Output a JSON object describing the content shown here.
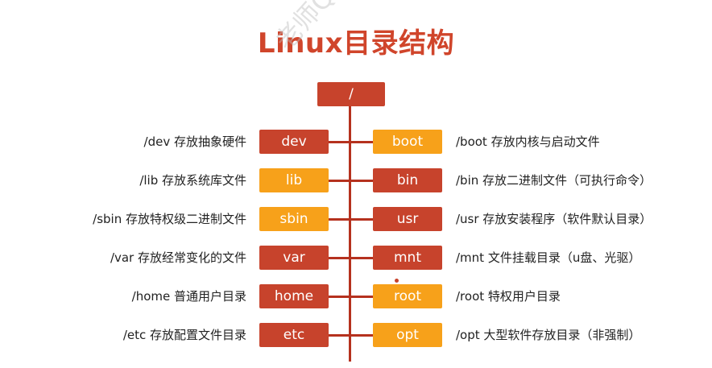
{
  "title": "Linux目录结构",
  "watermark": "老师QQ:",
  "root": {
    "label": "/"
  },
  "rows": [
    {
      "left": {
        "label": "dev",
        "color": "red",
        "desc": "/dev 存放抽象硬件"
      },
      "right": {
        "label": "boot",
        "color": "orange",
        "desc": "/boot 存放内核与启动文件"
      }
    },
    {
      "left": {
        "label": "lib",
        "color": "orange",
        "desc": "/lib 存放系统库文件"
      },
      "right": {
        "label": "bin",
        "color": "red",
        "desc": "/bin 存放二进制文件（可执行命令）"
      }
    },
    {
      "left": {
        "label": "sbin",
        "color": "orange",
        "desc": "/sbin 存放特权级二进制文件"
      },
      "right": {
        "label": "usr",
        "color": "red",
        "desc": "/usr 存放安装程序（软件默认目录）"
      }
    },
    {
      "left": {
        "label": "var",
        "color": "red",
        "desc": "/var 存放经常变化的文件"
      },
      "right": {
        "label": "mnt",
        "color": "red",
        "desc": "/mnt 文件挂载目录（u盘、光驱）"
      }
    },
    {
      "left": {
        "label": "home",
        "color": "red",
        "desc": "/home 普通用户目录"
      },
      "right": {
        "label": "root",
        "color": "orange",
        "desc": "/root 特权用户目录"
      }
    },
    {
      "left": {
        "label": "etc",
        "color": "red",
        "desc": "/etc 存放配置文件目录"
      },
      "right": {
        "label": "opt",
        "color": "orange",
        "desc": "/opt 大型软件存放目录（非强制）"
      }
    }
  ],
  "colors": {
    "title": "#d0452b",
    "red_box": "#c7432c",
    "orange_box": "#f7a11a",
    "line": "#b5311e"
  }
}
